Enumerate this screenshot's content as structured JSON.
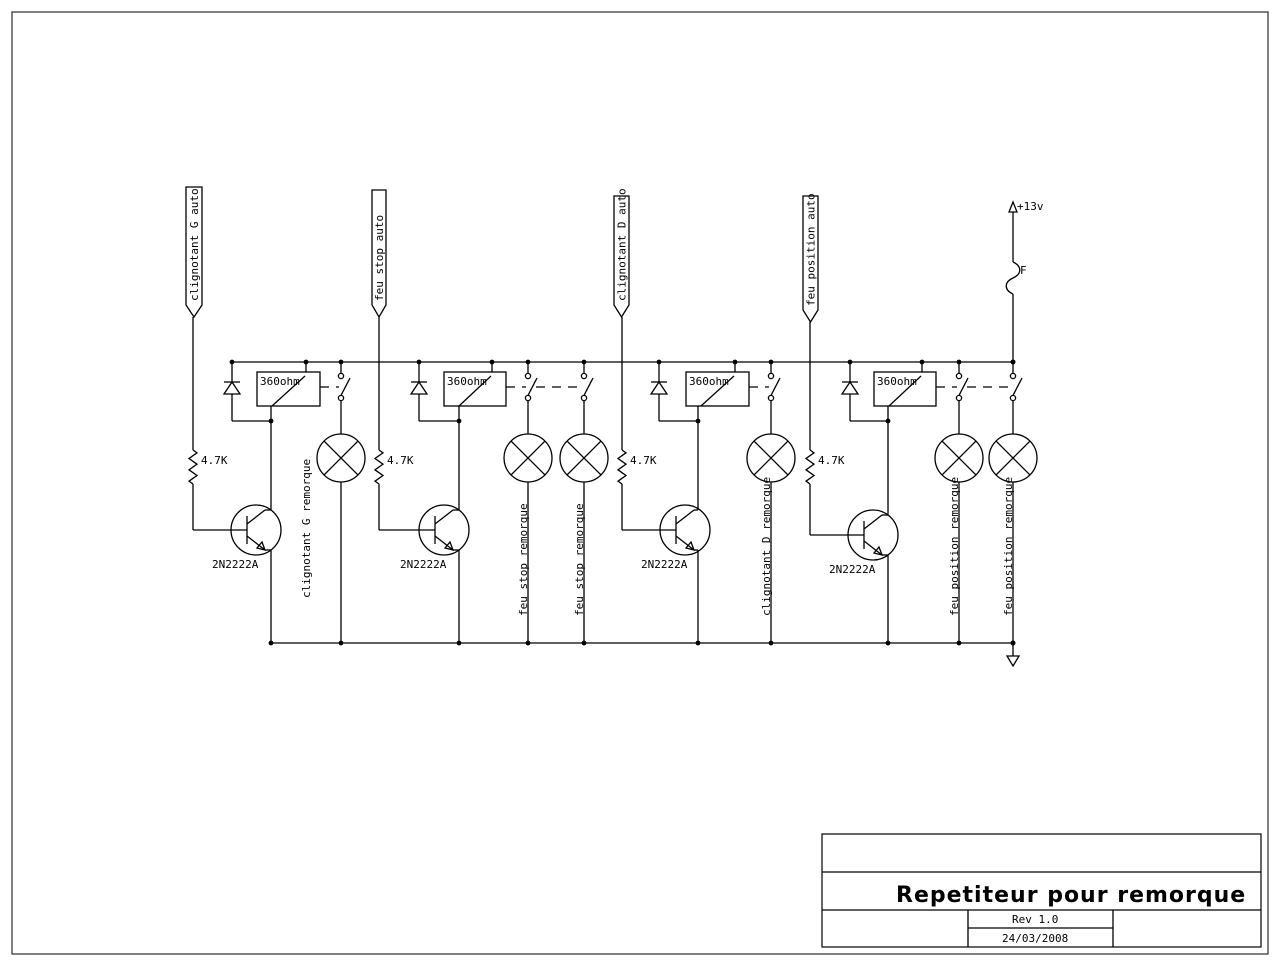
{
  "diagram": {
    "connectors": [
      "clignotant G auto",
      "feu stop auto",
      "clignotant D auto",
      "feu position auto"
    ],
    "supply_label": "+13v",
    "fuse_label": "F",
    "relay_labels": [
      "360ohm",
      "360ohm",
      "360ohm",
      "360ohm"
    ],
    "resistor_labels": [
      "4.7K",
      "4.7K",
      "4.7K",
      "4.7K"
    ],
    "transistor_labels": [
      "2N2222A",
      "2N2222A",
      "2N2222A",
      "2N2222A"
    ],
    "lamp_labels": [
      "clignotant G remorque",
      "feu stop remorque",
      "feu stop remorque",
      "clignotant D remorque",
      "feu position remorque",
      "feu position remorque"
    ]
  },
  "titleblock": {
    "title": "Repetiteur pour remorque",
    "revision": "Rev 1.0",
    "date": "24/03/2008"
  }
}
